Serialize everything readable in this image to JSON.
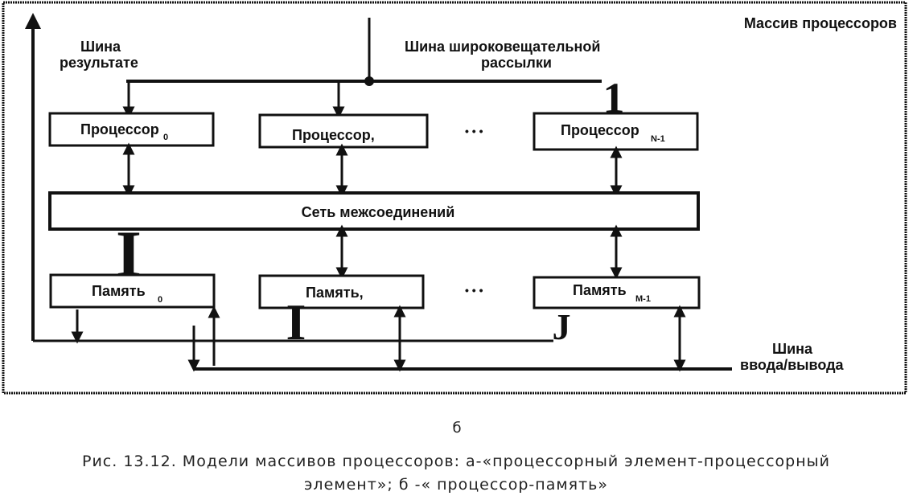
{
  "title": "Массив процессоров",
  "result_bus": {
    "line1": "Шина",
    "line2": "результате"
  },
  "broadcast_bus": {
    "line1": "Шина широковещательной",
    "line2": "рассылки"
  },
  "processors": [
    {
      "label": "Процессор",
      "sub": "0"
    },
    {
      "label": "Процессор,",
      "sub": ""
    },
    {
      "label": "Процессор",
      "sub": "N-1"
    }
  ],
  "interconnect": "Сеть межсоединений",
  "memories": [
    {
      "label": "Память",
      "sub": "0"
    },
    {
      "label": "Память,",
      "sub": ""
    },
    {
      "label": "Память",
      "sub": "M-1"
    }
  ],
  "ellipsis": "• • •",
  "io_bus": {
    "line1": "Шина",
    "line2": "ввода/вывода"
  },
  "scan_marks": [
    "1",
    "I",
    "I",
    "J"
  ],
  "sub_caption": "б",
  "caption_line1": "Рис. 13.12. Модели массивов процессоров: а-«процессорный элемент-процессорный",
  "caption_line2": "элемент»; б -« процессор-память»"
}
